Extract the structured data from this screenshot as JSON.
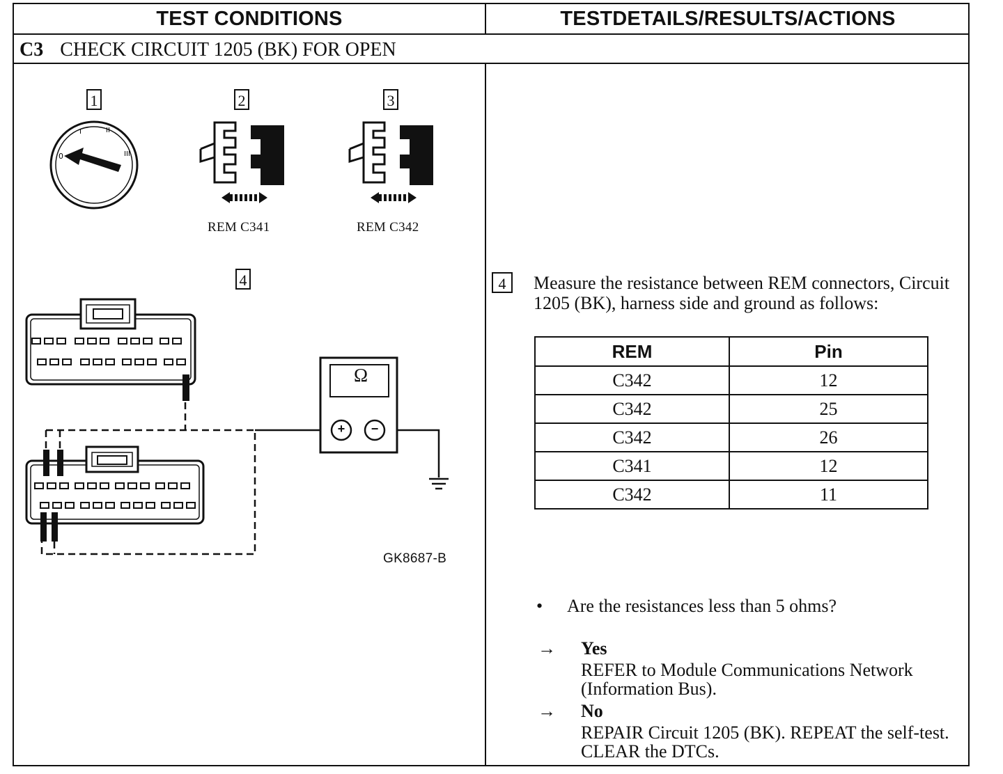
{
  "header": {
    "left": "TEST CONDITIONS",
    "right": "TESTDETAILS/RESULTS/ACTIONS"
  },
  "step": {
    "code": "C3",
    "title": "CHECK CIRCUIT 1205 (BK) FOR OPEN"
  },
  "figure": {
    "box1": "1",
    "box2": "2",
    "box3": "3",
    "box4": "4",
    "label_c341": "REM C341",
    "label_c342": "REM C342",
    "meter_symbol": "Ω",
    "plus": "+",
    "minus": "−",
    "figure_id": "GK8687-B"
  },
  "details": {
    "step_num": "4",
    "instruction": "Measure the resistance between REM connectors, Circuit 1205 (BK), harness side and ground as follows:",
    "table": {
      "headers": [
        "REM",
        "Pin"
      ],
      "rows": [
        [
          "C342",
          "12"
        ],
        [
          "C342",
          "25"
        ],
        [
          "C342",
          "26"
        ],
        [
          "C341",
          "12"
        ],
        [
          "C342",
          "11"
        ]
      ]
    },
    "bullet": "•",
    "question": "Are the resistances less than 5 ohms?",
    "arrow": "→",
    "yes_label": "Yes",
    "yes_action": "REFER to Module Communications Network (Information Bus).",
    "no_label": "No",
    "no_action": "REPAIR Circuit 1205 (BK). REPEAT the self-test. CLEAR the DTCs."
  }
}
